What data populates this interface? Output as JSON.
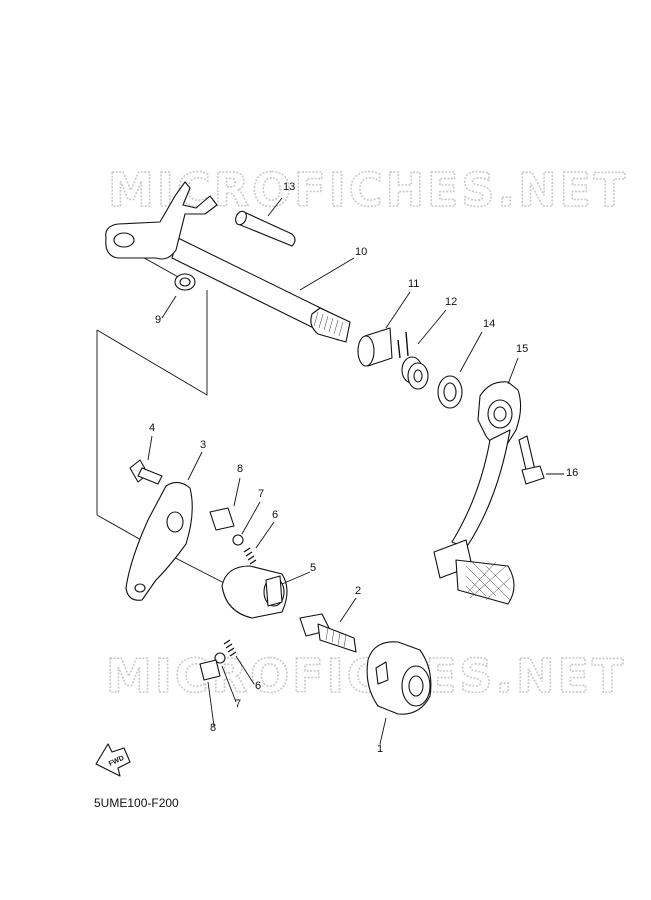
{
  "watermark": "MICROFICHES.NET",
  "drawing_code": "5UME100-F200",
  "fwd_label": "FWD",
  "callouts": [
    {
      "id": "c13",
      "label": "13"
    },
    {
      "id": "c10",
      "label": "10"
    },
    {
      "id": "c9",
      "label": "9"
    },
    {
      "id": "c11",
      "label": "11"
    },
    {
      "id": "c12",
      "label": "12"
    },
    {
      "id": "c14",
      "label": "14"
    },
    {
      "id": "c15",
      "label": "15"
    },
    {
      "id": "c4",
      "label": "4"
    },
    {
      "id": "c3",
      "label": "3"
    },
    {
      "id": "c8a",
      "label": "8"
    },
    {
      "id": "c7a",
      "label": "7"
    },
    {
      "id": "c6a",
      "label": "6"
    },
    {
      "id": "c16",
      "label": "16"
    },
    {
      "id": "c5",
      "label": "5"
    },
    {
      "id": "c2",
      "label": "2"
    },
    {
      "id": "c6b",
      "label": "6"
    },
    {
      "id": "c7b",
      "label": "7"
    },
    {
      "id": "c8b",
      "label": "8"
    },
    {
      "id": "c1",
      "label": "1"
    }
  ]
}
